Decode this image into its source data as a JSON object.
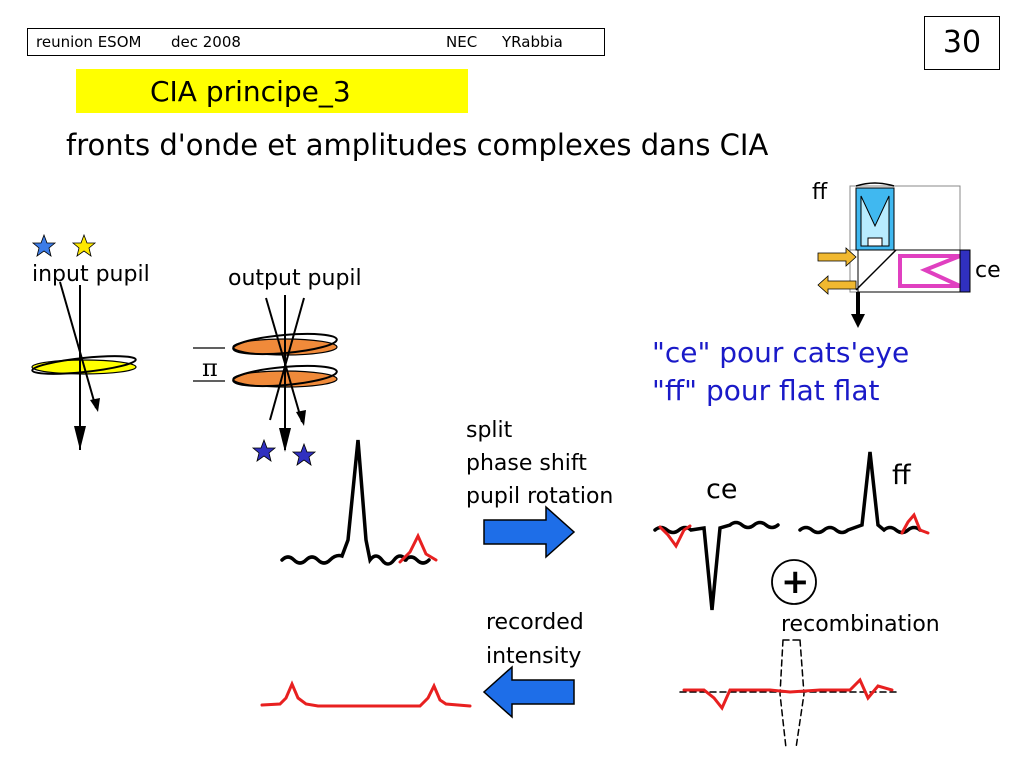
{
  "header": {
    "meeting": "reunion ESOM",
    "date": "dec 2008",
    "org": "NEC",
    "author": "YRabbia"
  },
  "slide_number": "30",
  "title": "CIA principe_3",
  "subtitle": "fronts d'onde et amplitudes complexes dans CIA",
  "labels": {
    "input_pupil": "input pupil",
    "output_pupil": "output pupil",
    "pi": "π",
    "ff_top": "ff",
    "ce_top": "ce",
    "split": "split",
    "phase_shift": "phase shift",
    "pupil_rotation": "pupil rotation",
    "ce_signal": "ce",
    "ff_signal": "ff",
    "plus": "+",
    "recombination": "recombination",
    "recorded": "recorded",
    "intensity": "intensity"
  },
  "legend_text": {
    "ce": "\"ce\" pour cats'eye",
    "ff": "\"ff\" pour flat flat"
  },
  "colors": {
    "yellow": "#ffff00",
    "orange": "#f08a3a",
    "blue_text": "#1a1ac8",
    "arrow_blue": "#1e6ee8",
    "red": "#e82020",
    "pink": "#e040c0",
    "cyan": "#40b8f0",
    "star_blue": "#3030c0"
  }
}
